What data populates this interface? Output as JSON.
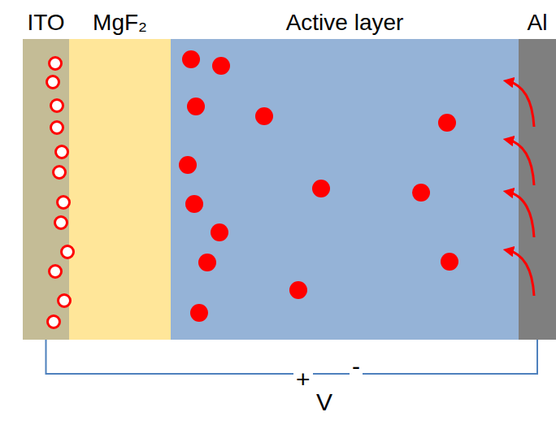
{
  "diagram": {
    "nodes": [
      {
        "text": [
          "ITO"
        ]
      },
      {
        "text": [
          "MgF₂"
        ]
      },
      {
        "text": [
          "Active layer"
        ]
      },
      {
        "text": [
          "Al"
        ]
      }
    ],
    "edges": [
      {
        "from": 0,
        "to": 3,
        "arrow": "none"
      }
    ],
    "labels": [
      "+",
      "-",
      "V"
    ]
  }
}
